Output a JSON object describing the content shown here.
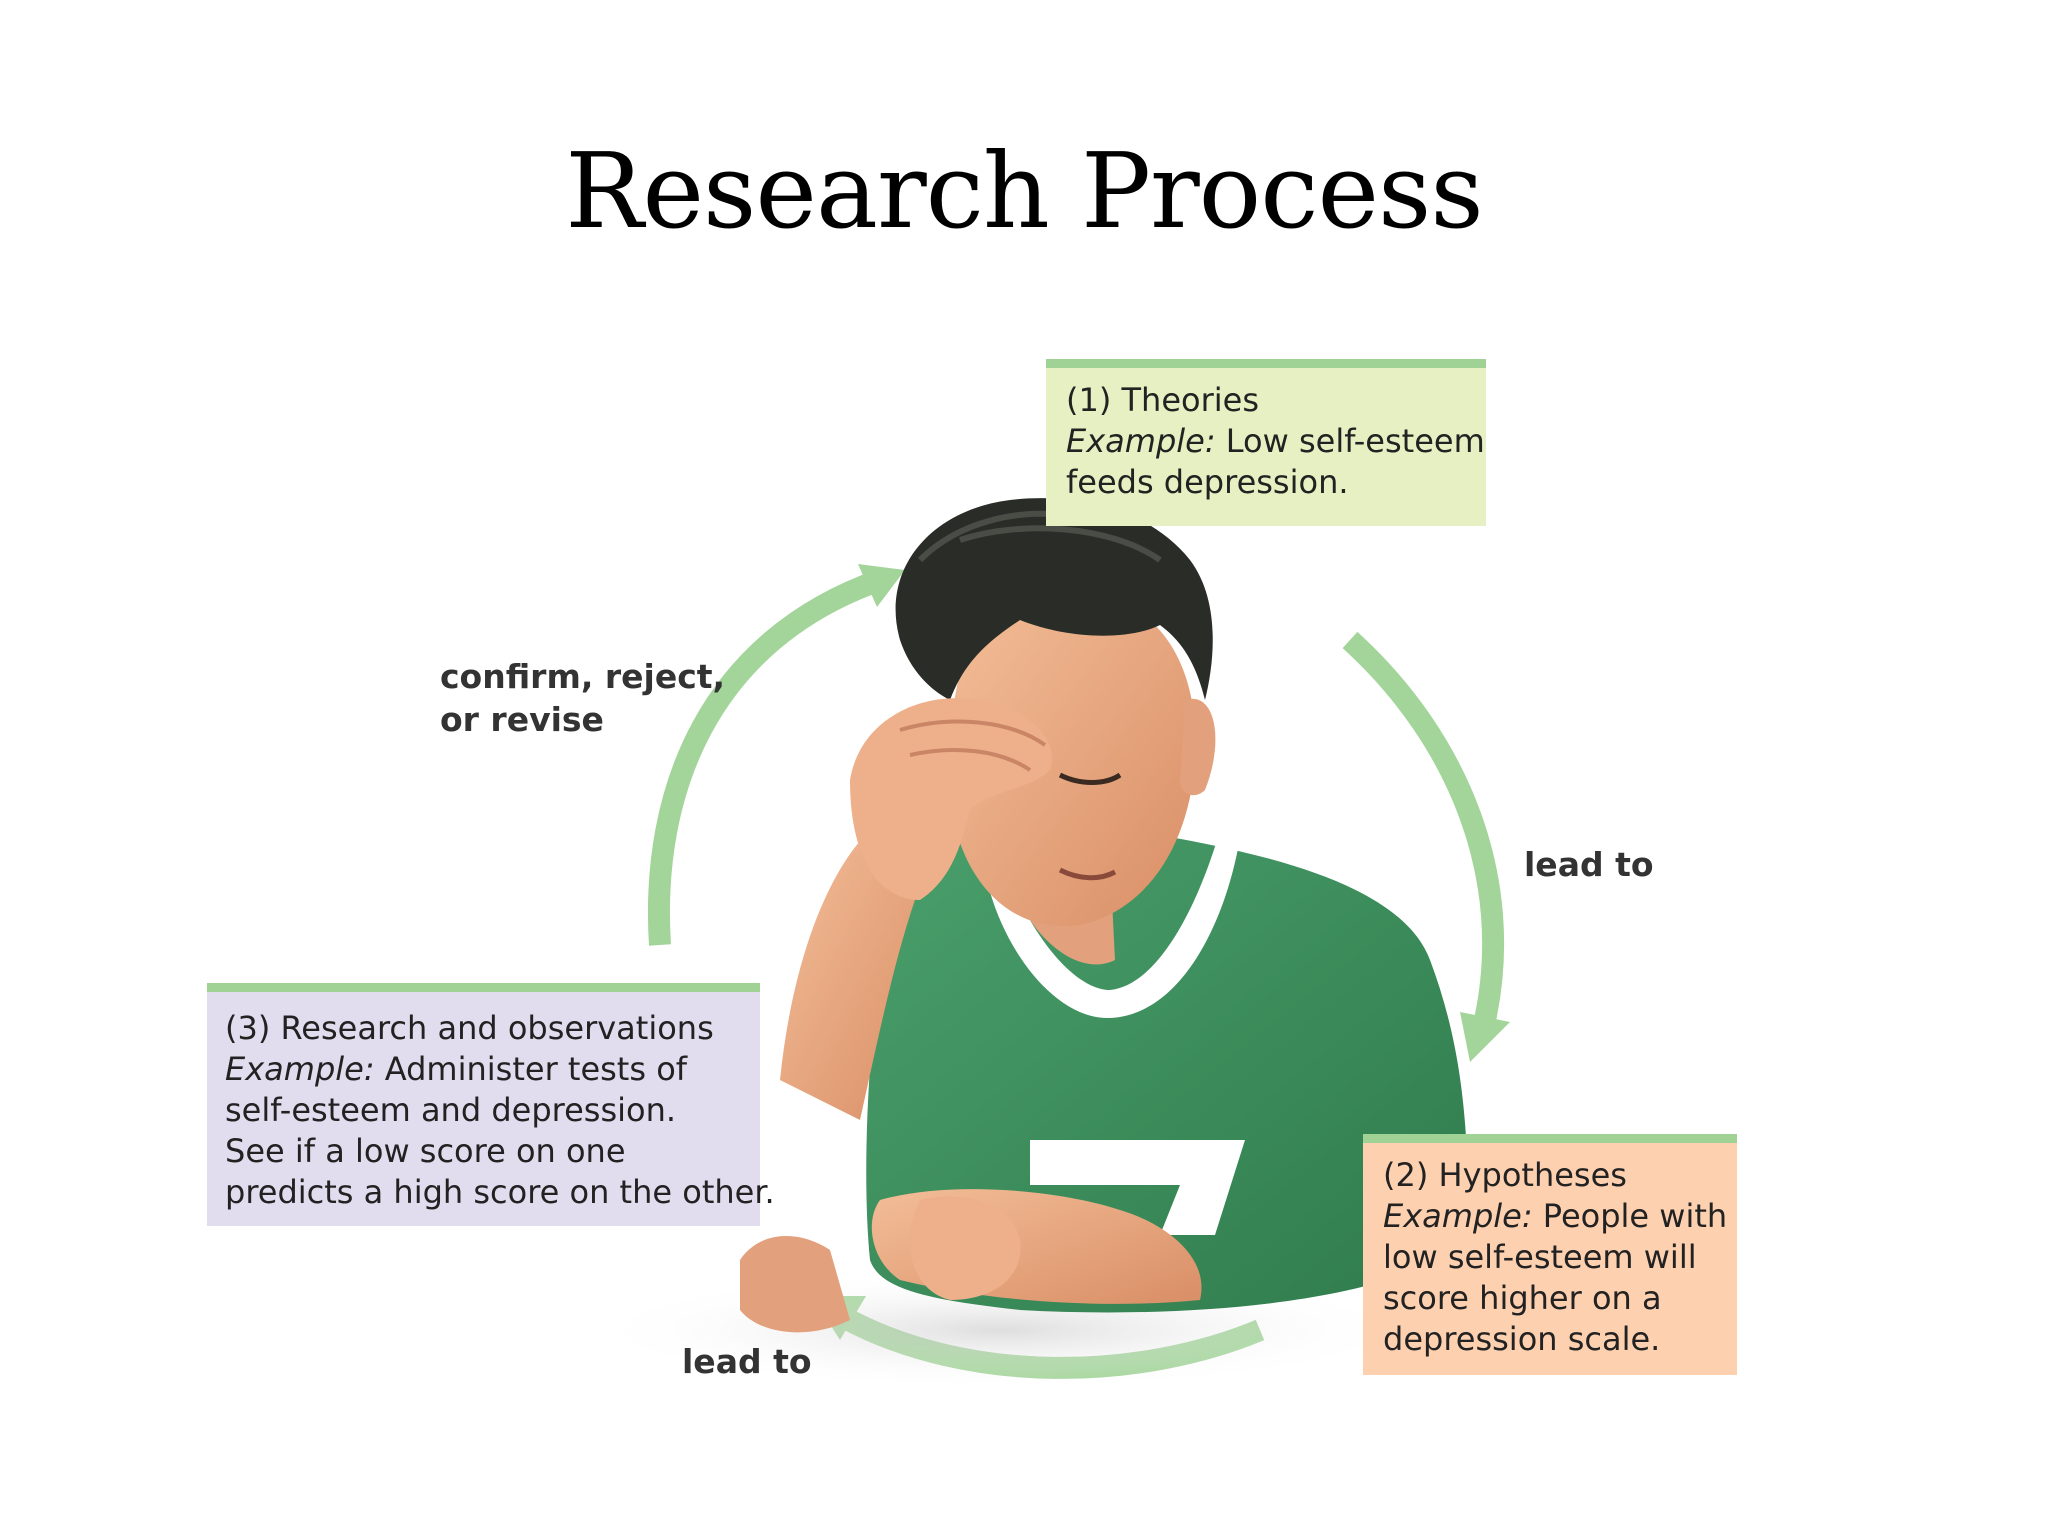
{
  "title": "Research Process",
  "boxes": {
    "theories": {
      "heading": "(1) Theories",
      "example_label": "Example:",
      "example_lines": [
        " Low self-esteem",
        "feeds depression."
      ]
    },
    "hypotheses": {
      "heading": "(2) Hypotheses",
      "example_label": "Example:",
      "example_lines": [
        " People with",
        "low self-esteem will",
        "score higher on a",
        "depression scale."
      ]
    },
    "research": {
      "heading": "(3) Research and observations",
      "example_label": "Example:",
      "example_lines": [
        " Administer tests of",
        "self-esteem and depression.",
        "See if a low score on one",
        "predicts a high score on the other."
      ]
    }
  },
  "arrow_labels": {
    "confirm": [
      "confirm, reject,",
      "or revise"
    ],
    "lead_to_1": "lead to",
    "lead_to_2": "lead to"
  },
  "colors": {
    "arrow": "#a3d59a",
    "box_stripe": "#9fd294",
    "theories_fill": "#e6f0c2",
    "hypotheses_fill": "#fdd0b0",
    "research_fill": "#e2ddee",
    "shirt": "#3f8f5e",
    "skin": "#eba882",
    "hair": "#2a2c28"
  },
  "illustration": {
    "subject": "person-with-hand-on-forehead"
  }
}
